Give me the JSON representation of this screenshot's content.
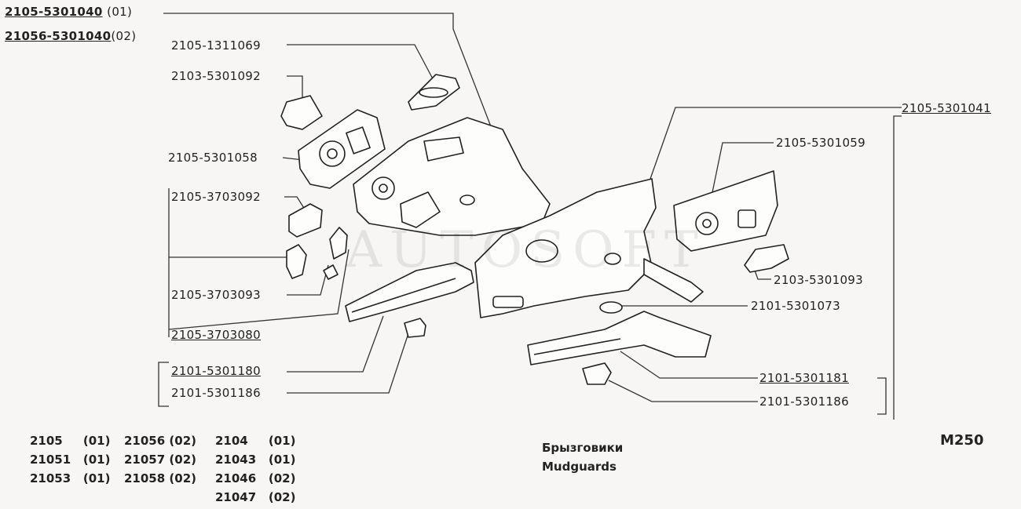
{
  "header": {
    "assembly_part_1": "2105-5301040",
    "assembly_variant_1": "(01)",
    "assembly_part_2": "21056-5301040",
    "assembly_variant_2": "(02)"
  },
  "parts_left": [
    "2105-1311069",
    "2103-5301092",
    "2105-5301058",
    "2105-3703092",
    "2105-3703093",
    "2105-3703080",
    "2101-5301180",
    "2101-5301186"
  ],
  "parts_right": [
    "2105-5301041",
    "2105-5301059",
    "2103-5301093",
    "2101-5301073",
    "2101-5301181",
    "2101-5301186"
  ],
  "applicability": {
    "col1": [
      {
        "model": "2105",
        "variant": "(01)"
      },
      {
        "model": "21051",
        "variant": "(01)"
      },
      {
        "model": "21053",
        "variant": "(01)"
      }
    ],
    "col2": [
      {
        "model": "21056",
        "variant": "(02)"
      },
      {
        "model": "21057",
        "variant": "(02)"
      },
      {
        "model": "21058",
        "variant": "(02)"
      }
    ],
    "col3": [
      {
        "model": "2104",
        "variant": "(01)"
      },
      {
        "model": "21043",
        "variant": "(01)"
      },
      {
        "model": "21046",
        "variant": "(02)"
      },
      {
        "model": "21047",
        "variant": "(02)"
      }
    ]
  },
  "caption": {
    "ru": "Брызговики",
    "en": "Mudguards"
  },
  "diagram_code": "M250",
  "watermark": "AUTOSOFT",
  "colors": {
    "ink": "#222222",
    "paper": "#f7f6f4"
  }
}
